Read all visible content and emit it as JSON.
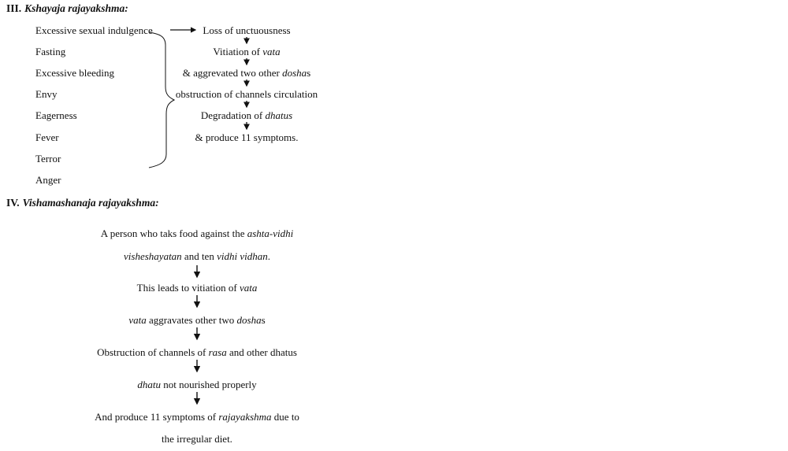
{
  "page": {
    "background": "#ffffff",
    "text_color": "#111111"
  },
  "icons": {
    "right_arrow_icon": "→",
    "down_arrow_icon": "↓",
    "brace_icon": "}"
  },
  "section3": {
    "number": "III.",
    "title": "Kshayaja rajayakshma:",
    "causes": [
      "Excessive sexual indulgence",
      "Fasting",
      "Excessive bleeding",
      "Envy",
      "Eagerness",
      "Fever",
      "Terror",
      "Anger"
    ],
    "flow": [
      [
        {
          "text": "Loss of unctuousness"
        }
      ],
      [
        {
          "text": "Vitiation of "
        },
        {
          "text": "vata",
          "italic": true
        }
      ],
      [
        {
          "text": "& aggrevated two other "
        },
        {
          "text": "dosha",
          "italic": true
        },
        {
          "text": "s"
        }
      ],
      [
        {
          "text": "obstruction of channels circulation"
        }
      ],
      [
        {
          "text": "Degradation of "
        },
        {
          "text": "dhatus",
          "italic": true
        }
      ],
      [
        {
          "text": "& produce 11 symptoms."
        }
      ]
    ]
  },
  "section4": {
    "number": "IV.",
    "title": "Vishamashanaja rajayakshma:",
    "flow": [
      [
        {
          "text": "A person who taks food against the "
        },
        {
          "text": "ashta-vidhi",
          "italic": true
        }
      ],
      [
        {
          "text": "visheshayatan",
          "italic": true
        },
        {
          "text": " and ten "
        },
        {
          "text": "vidhi vidhan",
          "italic": true
        },
        {
          "text": "."
        }
      ],
      [
        {
          "text": "This leads to vitiation of "
        },
        {
          "text": "vata",
          "italic": true
        }
      ],
      [
        {
          "text": "vata",
          "italic": true
        },
        {
          "text": " aggravates other two "
        },
        {
          "text": "dosha",
          "italic": true
        },
        {
          "text": "s"
        }
      ],
      [
        {
          "text": "Obstruction of channels of "
        },
        {
          "text": "rasa",
          "italic": true
        },
        {
          "text": " and other dhatus"
        }
      ],
      [
        {
          "text": "dhatu",
          "italic": true
        },
        {
          "text": " not nourished properly"
        }
      ],
      [
        {
          "text": "And produce 11 symptoms of "
        },
        {
          "text": "rajayakshma",
          "italic": true
        },
        {
          "text": " due to"
        }
      ],
      [
        {
          "text": "the irregular diet."
        }
      ]
    ]
  }
}
